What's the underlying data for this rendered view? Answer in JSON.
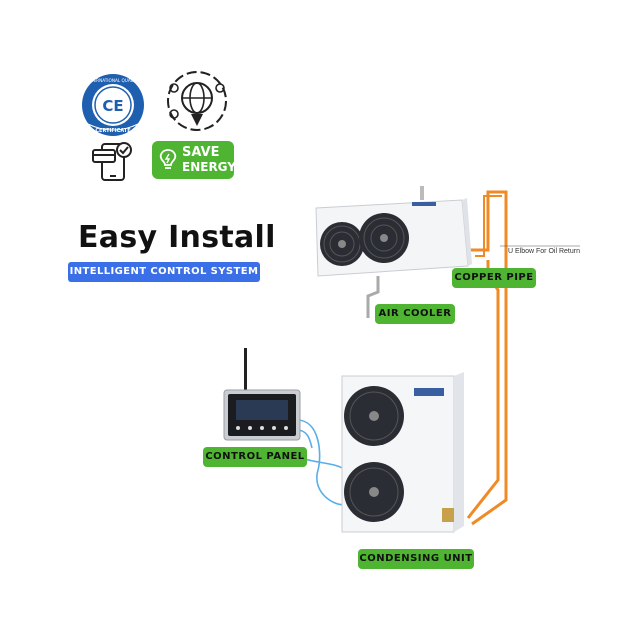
{
  "badges": {
    "certificate": {
      "center": "CE",
      "ring_text": "INTERNATIONAL QUALITY CERTIFICATE"
    },
    "save_energy": {
      "line1": "SAVE",
      "line2": "ENERGY"
    },
    "icons": [
      "certificate-badge-icon",
      "global-network-icon",
      "mobile-payment-icon",
      "save-energy-icon"
    ]
  },
  "headline": {
    "title": "Easy Install",
    "subtitle": "INTELLIGENT CONTROL SYSTEM"
  },
  "labels": {
    "copper_pipe": "COPPER PIPE",
    "air_cooler": "AIR COOLER",
    "control_panel": "CONTROL PANEL",
    "condensing_unit": "CONDENSING UNIT"
  },
  "annotation": {
    "u_elbow": "U Elbow For Oil Return"
  },
  "colors": {
    "accent_blue": "#3a6fe8",
    "label_green": "#4fb431",
    "pipe_orange": "#f08a24",
    "cable_blue": "#5aaee8",
    "badge_blue": "#1f5fb0"
  }
}
